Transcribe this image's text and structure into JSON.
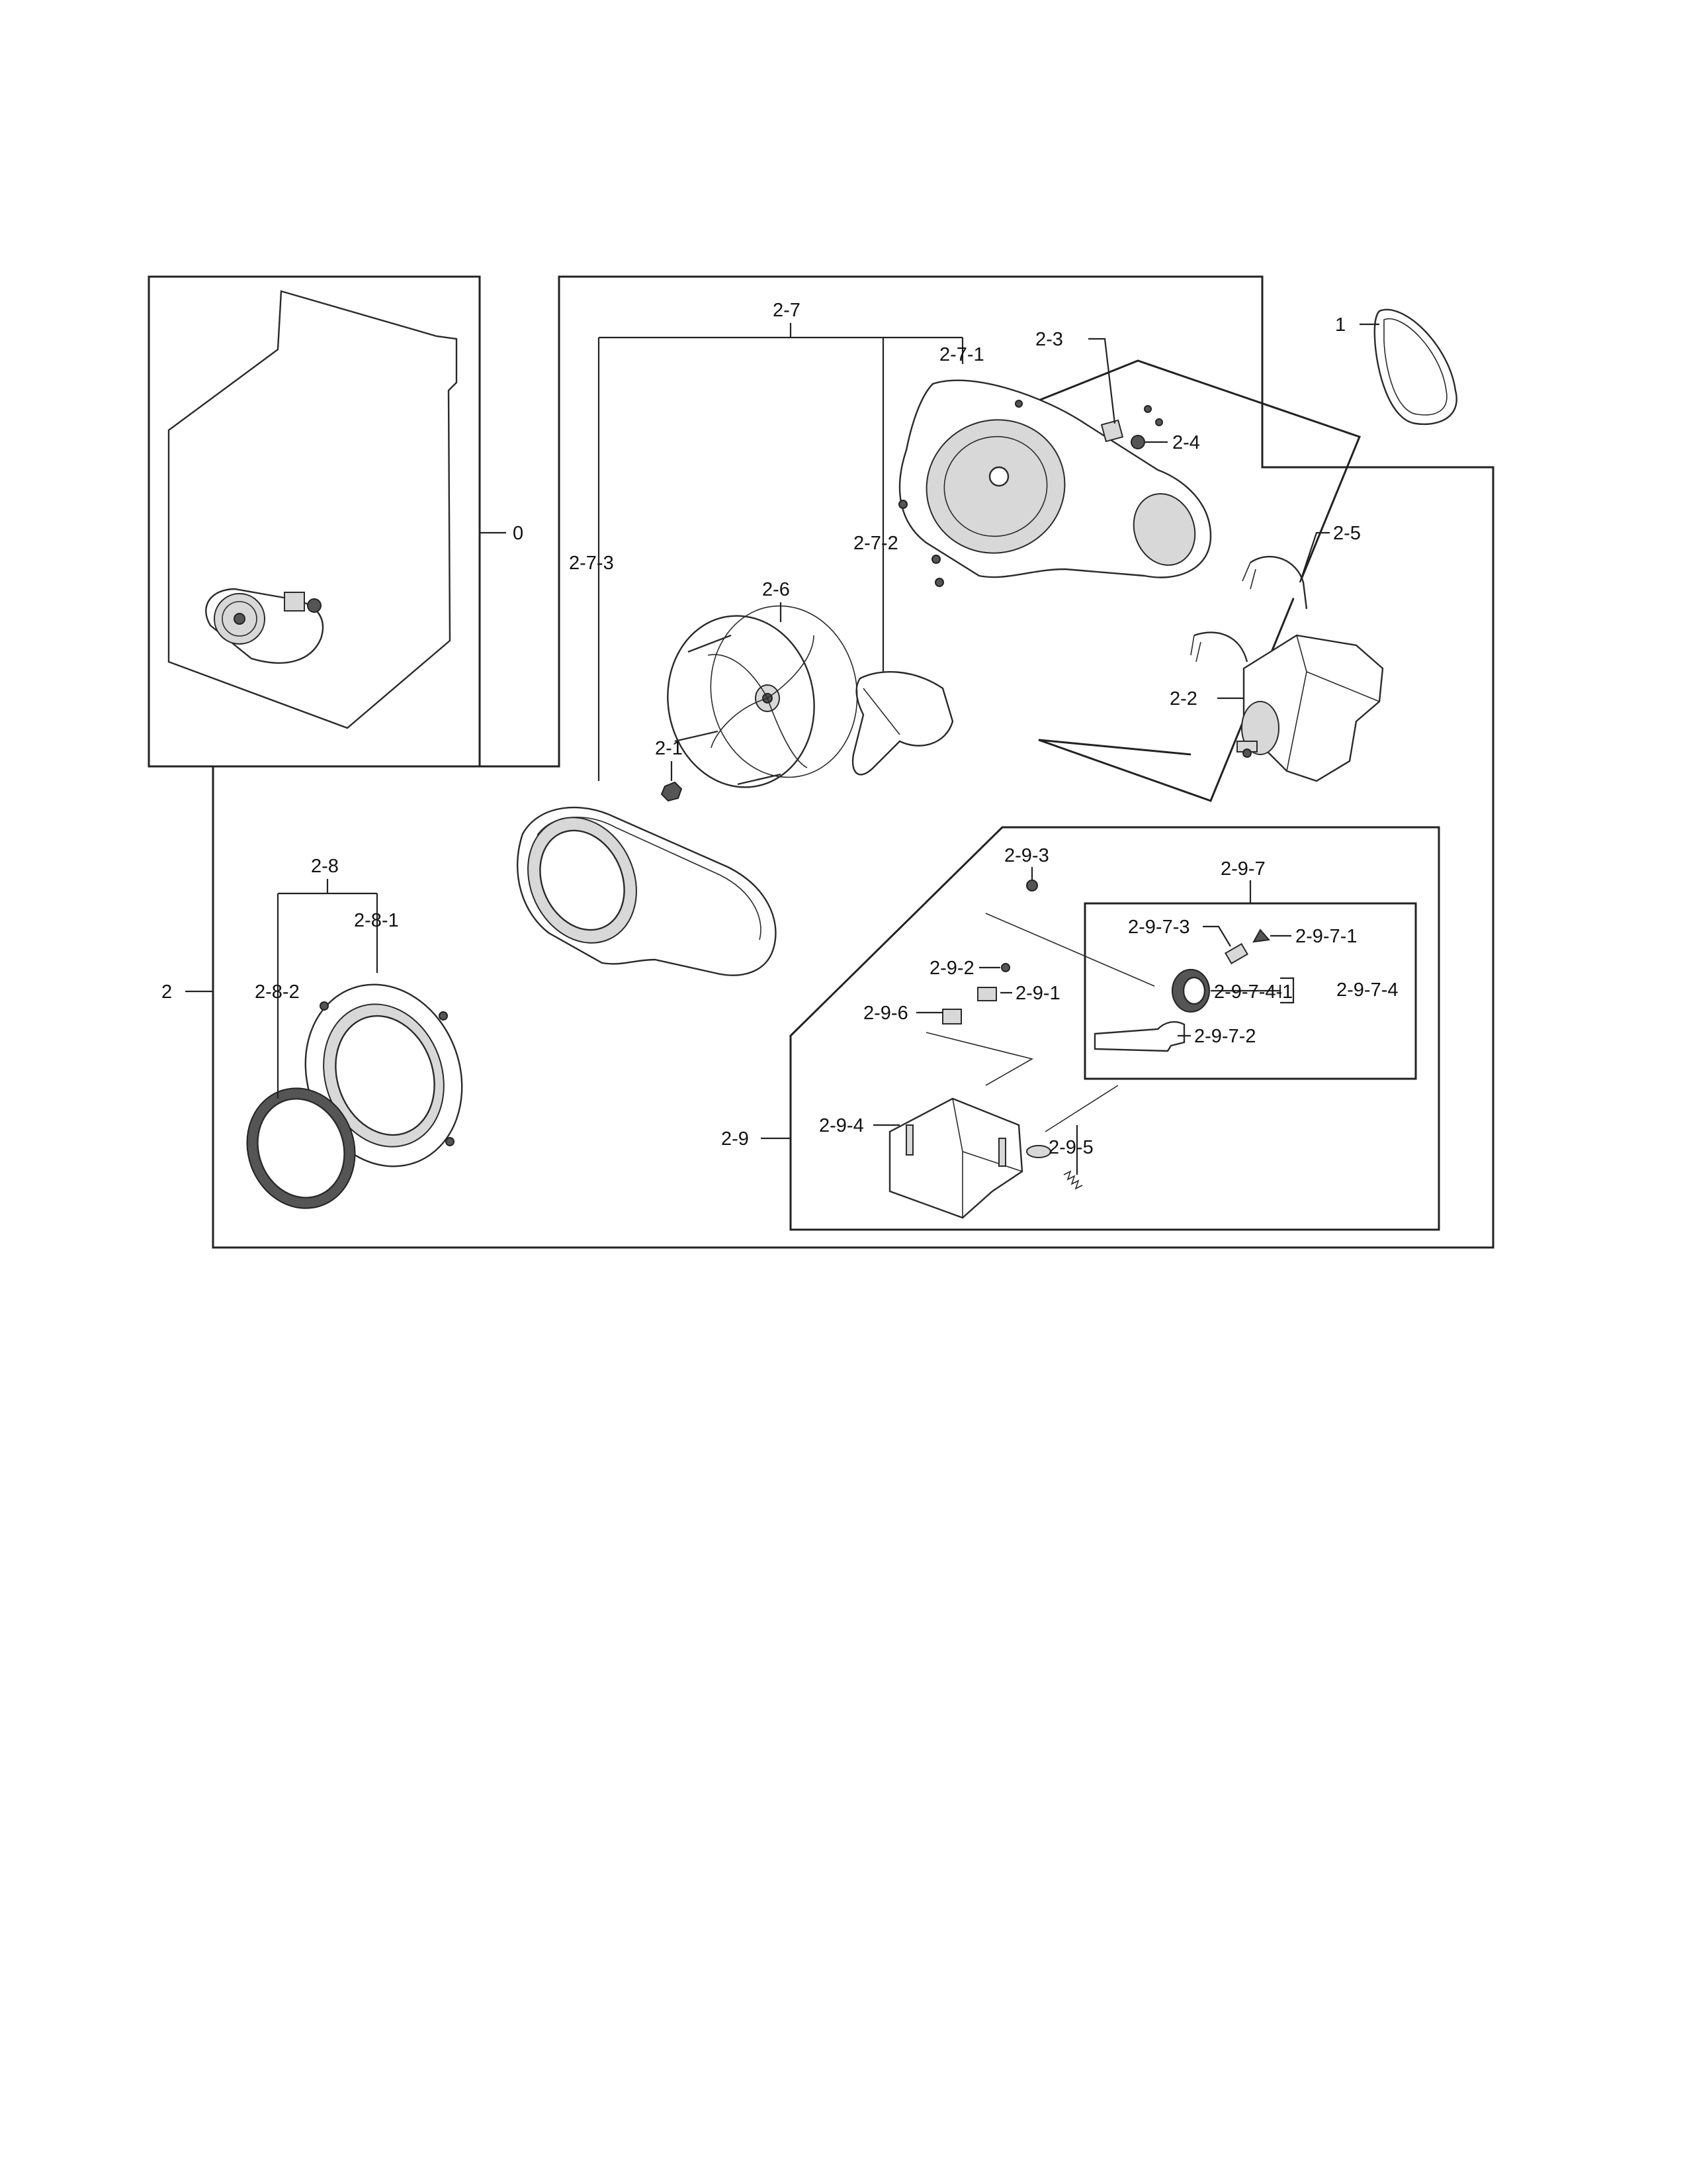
{
  "labels": {
    "p0": "0",
    "p1": "1",
    "p2": "2",
    "p2_1": "2-1",
    "p2_2": "2-2",
    "p2_3": "2-3",
    "p2_4": "2-4",
    "p2_5": "2-5",
    "p2_6": "2-6",
    "p2_7": "2-7",
    "p2_7_1": "2-7-1",
    "p2_7_2": "2-7-2",
    "p2_7_3": "2-7-3",
    "p2_8": "2-8",
    "p2_8_1": "2-8-1",
    "p2_8_2": "2-8-2",
    "p2_9": "2-9",
    "p2_9_1": "2-9-1",
    "p2_9_2": "2-9-2",
    "p2_9_3": "2-9-3",
    "p2_9_4": "2-9-4",
    "p2_9_5": "2-9-5",
    "p2_9_6": "2-9-6",
    "p2_9_7": "2-9-7",
    "p2_9_7_1": "2-9-7-1",
    "p2_9_7_2": "2-9-7-2",
    "p2_9_7_3": "2-9-7-3",
    "p2_9_7_4": "2-9-7-4",
    "p2_9_7_4_1": "2-9-7-4-1"
  }
}
